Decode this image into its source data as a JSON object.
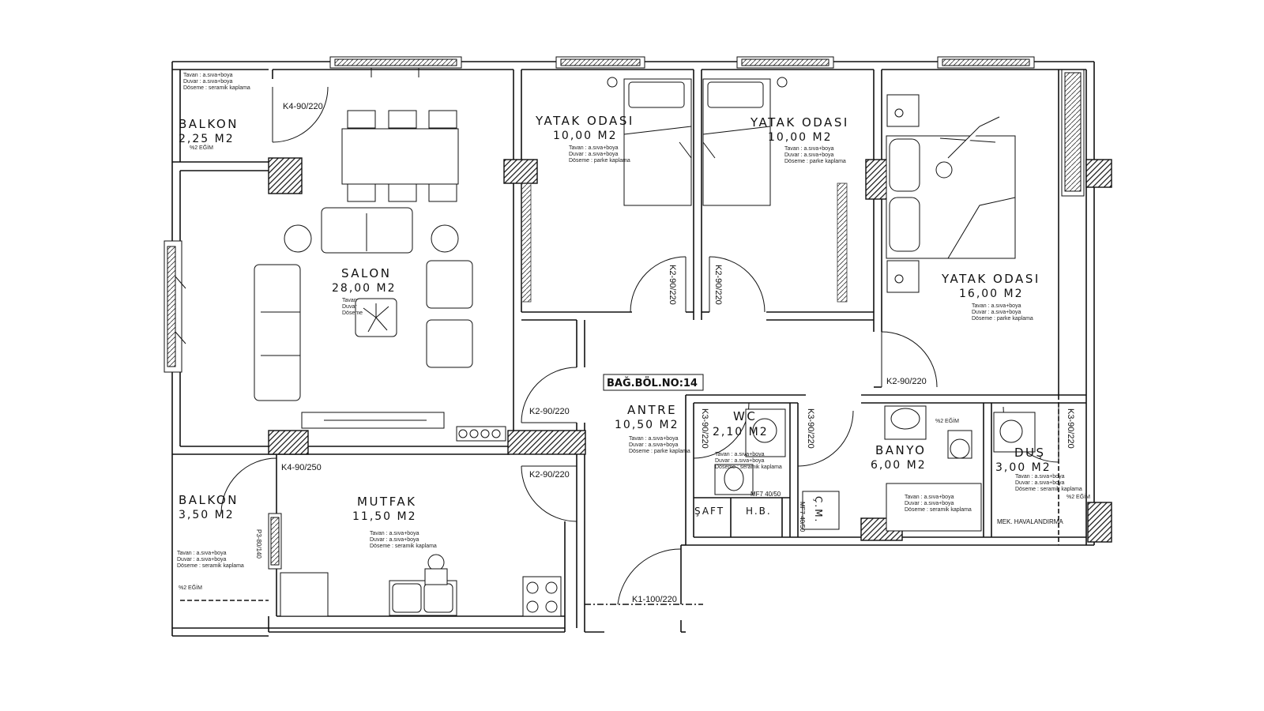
{
  "plan": {
    "unit_label": "BAĞ.BÖL.NO:14",
    "rooms": [
      {
        "id": "balkon1",
        "name": "BALKON",
        "area": "2,25 M2",
        "specs": [
          "Tavan   : a.sıva+boya",
          "Duvar   : a.sıva+boya",
          "Döseme : seramik kaplama"
        ],
        "slope": "%2 EĞİM"
      },
      {
        "id": "salon",
        "name": "SALON",
        "area": "28,00 M2",
        "specs": [
          "Tavan",
          "Duvar",
          "Döseme"
        ]
      },
      {
        "id": "yatak1",
        "name": "YATAK ODASI",
        "area": "10,00 M2",
        "specs": [
          "Tavan   : a.sıva+boya",
          "Duvar   : a.sıva+boya",
          "Döseme : parke kaplama"
        ]
      },
      {
        "id": "yatak2",
        "name": "YATAK ODASI",
        "area": "10,00 M2",
        "specs": [
          "Tavan   : a.sıva+boya",
          "Duvar   : a.sıva+boya",
          "Döseme : parke kaplama"
        ]
      },
      {
        "id": "yatak3",
        "name": "YATAK ODASI",
        "area": "16,00 M2",
        "specs": [
          "Tavan   : a.sıva+boya",
          "Duvar   : a.sıva+boya",
          "Döseme : parke kaplama"
        ]
      },
      {
        "id": "antre",
        "name": "ANTRE",
        "area": "10,50 M2",
        "specs": [
          "Tavan   : a.sıva+boya",
          "Duvar   : a.sıva+boya",
          "Döseme : parke kaplama"
        ]
      },
      {
        "id": "wc",
        "name": "WC",
        "area": "2,10 M2",
        "specs": [
          "Tavan   : a.sıva+boya",
          "Duvar   : a.sıva+boya",
          "Döseme : seramik kaplama"
        ]
      },
      {
        "id": "banyo",
        "name": "BANYO",
        "area": "6,00 M2",
        "specs": [
          "Tavan   : a.sıva+boya",
          "Duvar   : a.sıva+boya",
          "Döseme : seramik kaplama"
        ],
        "slope": "%2 EĞİM"
      },
      {
        "id": "dus",
        "name": "DUŞ",
        "area": "3,00 M2",
        "specs": [
          "Tavan   : a.sıva+boya",
          "Duvar   : a.sıva+boya",
          "Döseme : seramik kaplama"
        ],
        "slope": "%2 EĞİM"
      },
      {
        "id": "balkon2",
        "name": "BALKON",
        "area": "3,50 M2",
        "specs": [
          "Tavan   : a.sıva+boya",
          "Duvar   : a.sıva+boya",
          "Döseme : seramik kaplama"
        ],
        "slope": "%2 EĞİM"
      },
      {
        "id": "mutfak",
        "name": "MUTFAK",
        "area": "11,50 M2",
        "specs": [
          "Tavan   : a.sıva+boya",
          "Duvar   : a.sıva+boya",
          "Döseme : seramik kaplama"
        ]
      }
    ],
    "doors": {
      "k4_top": "K4-90/220",
      "k4_bottom": "K4-90/250",
      "k2_y1": "K2-90/220",
      "k2_y2": "K2-90/220",
      "k2_y3": "K2-90/220",
      "k2_salon": "K2-90/220",
      "k2_mutfak": "K2-90/220",
      "k3_wc": "K3-90/220",
      "k3_banyo": "K3-90/220",
      "k3_dus": "K3-90/220",
      "k1_entry": "K1-100/220",
      "p3": "P3-80/140",
      "mf7_a": "MF7 40/50",
      "mf7_b": "MF7 40/50"
    },
    "labels": {
      "saft": "ŞAFT",
      "hb": "H.B.",
      "cm": "Ç.M.",
      "mek": "MEK. HAVALANDIRMA"
    }
  }
}
